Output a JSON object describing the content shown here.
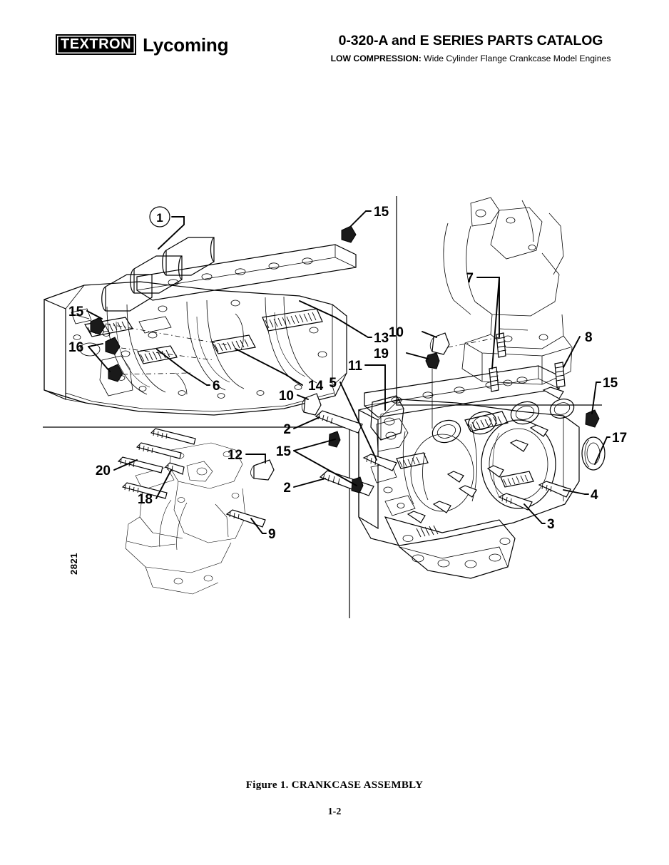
{
  "header": {
    "brand_mark": "TEXTRON",
    "brand_name": "Lycoming",
    "doc_title": "0-320-A and E SERIES PARTS CATALOG",
    "subtitle_bold": "LOW COMPRESSION:",
    "subtitle_rest": " Wide Cylinder Flange Crankcase Model Engines"
  },
  "figure": {
    "caption": "Figure 1. CRANKCASE ASSEMBLY",
    "drawing_id": "2821",
    "callouts": [
      {
        "id": "c1",
        "label": "1",
        "circled": true
      },
      {
        "id": "c2a",
        "label": "15",
        "circled": false
      },
      {
        "id": "c3",
        "label": "15",
        "circled": false
      },
      {
        "id": "c4",
        "label": "16",
        "circled": false
      },
      {
        "id": "c5",
        "label": "6",
        "circled": false
      },
      {
        "id": "c6",
        "label": "13",
        "circled": false
      },
      {
        "id": "c7",
        "label": "14",
        "circled": false
      },
      {
        "id": "c8",
        "label": "10",
        "circled": false
      },
      {
        "id": "c9",
        "label": "10",
        "circled": false
      },
      {
        "id": "c10",
        "label": "19",
        "circled": false
      },
      {
        "id": "c11",
        "label": "11",
        "circled": false
      },
      {
        "id": "c12",
        "label": "5",
        "circled": false
      },
      {
        "id": "c13",
        "label": "2",
        "circled": false
      },
      {
        "id": "c14",
        "label": "15",
        "circled": false
      },
      {
        "id": "c15",
        "label": "2",
        "circled": false
      },
      {
        "id": "c16",
        "label": "7",
        "circled": false
      },
      {
        "id": "c17",
        "label": "8",
        "circled": false
      },
      {
        "id": "c18",
        "label": "15",
        "circled": false
      },
      {
        "id": "c19",
        "label": "17",
        "circled": false
      },
      {
        "id": "c20",
        "label": "4",
        "circled": false
      },
      {
        "id": "c21",
        "label": "3",
        "circled": false
      },
      {
        "id": "c22",
        "label": "20",
        "circled": false
      },
      {
        "id": "c23",
        "label": "18",
        "circled": false
      },
      {
        "id": "c24",
        "label": "12",
        "circled": false
      },
      {
        "id": "c25",
        "label": "9",
        "circled": false
      }
    ]
  },
  "footer": {
    "page_number": "1-2"
  },
  "colors": {
    "ink": "#000000",
    "paper": "#ffffff"
  }
}
